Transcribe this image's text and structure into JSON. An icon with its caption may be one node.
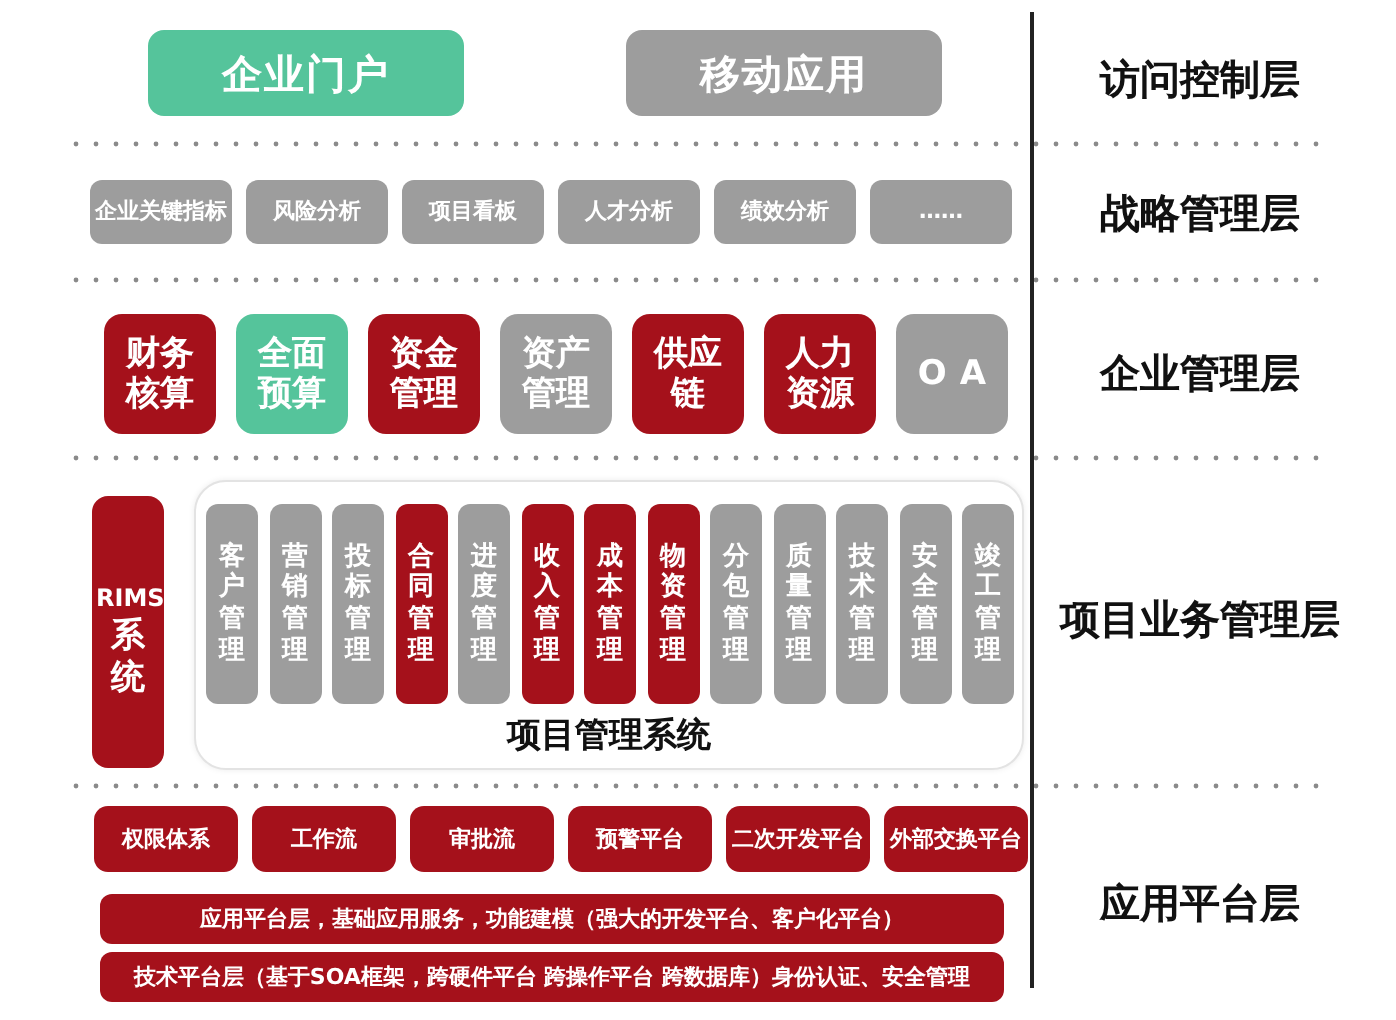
{
  "diagram": {
    "nodes": [
      {
        "text": [
          "企业门户"
        ]
      },
      {
        "text": [
          "移动应用"
        ]
      },
      {
        "text": [
          "企业关键指标"
        ]
      },
      {
        "text": [
          "风险分析"
        ]
      },
      {
        "text": [
          "项目看板"
        ]
      },
      {
        "text": [
          "人才分析"
        ]
      },
      {
        "text": [
          "绩效分析"
        ]
      },
      {
        "text": [
          "……"
        ]
      },
      {
        "text": [
          "财务核算"
        ]
      },
      {
        "text": [
          "全面预算"
        ]
      },
      {
        "text": [
          "资金管理"
        ]
      },
      {
        "text": [
          "资产管理"
        ]
      },
      {
        "text": [
          "供应链"
        ]
      },
      {
        "text": [
          "人力资源"
        ]
      },
      {
        "text": [
          "OA"
        ]
      },
      {
        "text": [
          "RIMS系统"
        ]
      },
      {
        "text": [
          "项目管理系统"
        ]
      },
      {
        "text": [
          "客户管理"
        ],
        "in": 16
      },
      {
        "text": [
          "营销管理"
        ],
        "in": 16
      },
      {
        "text": [
          "投标管理"
        ],
        "in": 16
      },
      {
        "text": [
          "合同管理"
        ],
        "in": 16
      },
      {
        "text": [
          "进度管理"
        ],
        "in": 16
      },
      {
        "text": [
          "收入管理"
        ],
        "in": 16
      },
      {
        "text": [
          "成本管理"
        ],
        "in": 16
      },
      {
        "text": [
          "物资管理"
        ],
        "in": 16
      },
      {
        "text": [
          "分包管理"
        ],
        "in": 16
      },
      {
        "text": [
          "质量管理"
        ],
        "in": 16
      },
      {
        "text": [
          "技术管理"
        ],
        "in": 16
      },
      {
        "text": [
          "安全管理"
        ],
        "in": 16
      },
      {
        "text": [
          "竣工管理"
        ],
        "in": 16
      },
      {
        "text": [
          "权限体系"
        ]
      },
      {
        "text": [
          "工作流"
        ]
      },
      {
        "text": [
          "审批流"
        ]
      },
      {
        "text": [
          "预警平台"
        ]
      },
      {
        "text": [
          "二次开发平台"
        ]
      },
      {
        "text": [
          "外部交换平台"
        ]
      },
      {
        "text": [
          "应用平台层，基础应用服务，功能建模（强大的开发平台、客户化平台）"
        ]
      },
      {
        "text": [
          "技术平台层（基于SOA框架，跨硬件平台 跨操作平台 跨数据库）身份认证、安全管理"
        ]
      }
    ],
    "labels": [
      "访问控制层",
      "战略管理层",
      "企业管理层",
      "项目业务管理层",
      "应用平台层"
    ]
  }
}
